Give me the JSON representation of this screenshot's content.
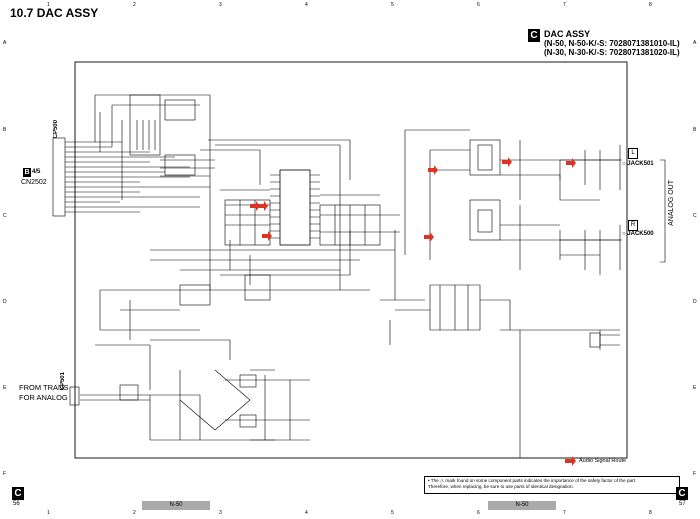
{
  "title": "10.7  DAC ASSY",
  "section_letter": "C",
  "header": {
    "title": "DAC ASSY",
    "line1": "(N-50, N-50-K/-S: 7028071381010-IL)",
    "line2": "(N-30, N-30-K/-S: 7028071381020-IL)"
  },
  "column_numbers": [
    "1",
    "2",
    "3",
    "4",
    "5",
    "6",
    "7",
    "8"
  ],
  "row_letters": [
    "A",
    "B",
    "C",
    "D",
    "E",
    "F"
  ],
  "connectors": {
    "cp500": "CP500",
    "cp501": "CP501",
    "ref_box": "B",
    "ref_sheet": "4/5",
    "ref_connector": "CN2502"
  },
  "from_trans": [
    "FROM TRANS",
    "FOR ANALOG"
  ],
  "jacks": {
    "jack501": "JACK501",
    "jack500": "JACK500",
    "l": "L",
    "r": "R"
  },
  "analog_out": "ANALOG OUT",
  "legend": "Audio Signal Route",
  "note_line1": "• The ⚠ mark found on some component parts indicates the importance of the safety factor of the part.",
  "note_line2": "  Therefore, when replacing, be sure to use parts of identical designation.",
  "footer": {
    "page_left": "56",
    "page_right": "57",
    "model_left": "N-50",
    "model_right": "N-50"
  }
}
